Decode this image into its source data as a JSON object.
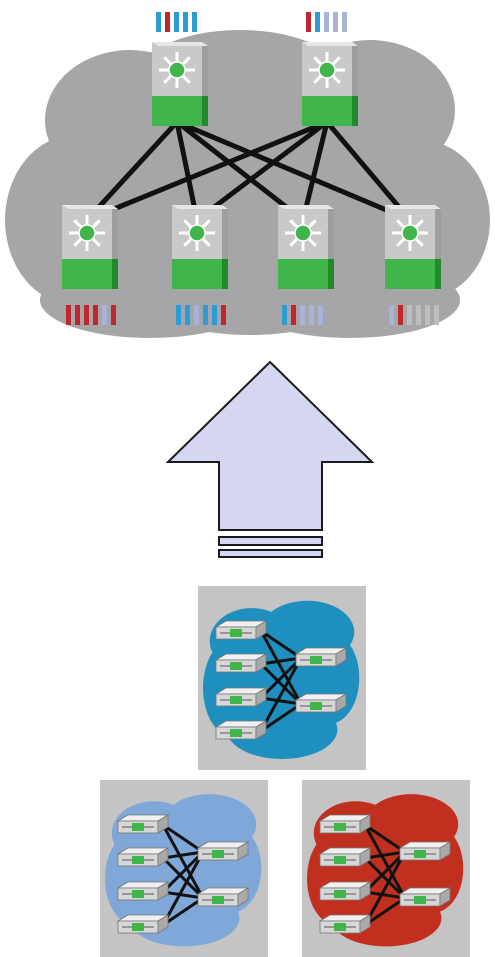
{
  "colors": {
    "top_cloud": "#a6a6a8",
    "switch_gray": "#c9c9c9",
    "switch_green": "#3fb54a",
    "switch_green_dark": "#238a2c",
    "link": "#111111",
    "port_blue": "#2d9bd6",
    "port_red": "#c0272d",
    "port_light": "#a9b3d8",
    "port_gray": "#bdbdbd",
    "arrow_fill": "#d4d6f2",
    "panel_bg": "#c4c4c4",
    "cloud_teal": "#1f8fbf",
    "cloud_lightblue": "#7fa8d8",
    "cloud_red": "#c1301f"
  },
  "diagram": {
    "top_fabric": {
      "cloud": "consolidated-fabric-cloud",
      "spine_switches": [
        {
          "ports": [
            "blue",
            "red",
            "blue",
            "blue",
            "blue"
          ]
        },
        {
          "ports": [
            "red",
            "blue",
            "light",
            "light",
            "light"
          ]
        }
      ],
      "leaf_switches": [
        {
          "ports": [
            "red",
            "red",
            "red",
            "red",
            "light",
            "red"
          ]
        },
        {
          "ports": [
            "blue",
            "blue",
            "light",
            "blue",
            "blue",
            "red"
          ]
        },
        {
          "ports": [
            "blue",
            "red",
            "light",
            "light",
            "light"
          ]
        },
        {
          "ports": [
            "light",
            "red",
            "gray",
            "gray",
            "gray",
            "gray"
          ]
        }
      ],
      "links": "full-mesh-spine-leaf"
    },
    "arrow": {
      "direction": "up",
      "icon": "migration-arrow-icon"
    },
    "legacy_networks": [
      {
        "name_icon": "network-cloud-icon",
        "cloud_color": "teal"
      },
      {
        "name_icon": "network-cloud-icon",
        "cloud_color": "lightblue"
      },
      {
        "name_icon": "network-cloud-icon",
        "cloud_color": "red"
      }
    ]
  }
}
